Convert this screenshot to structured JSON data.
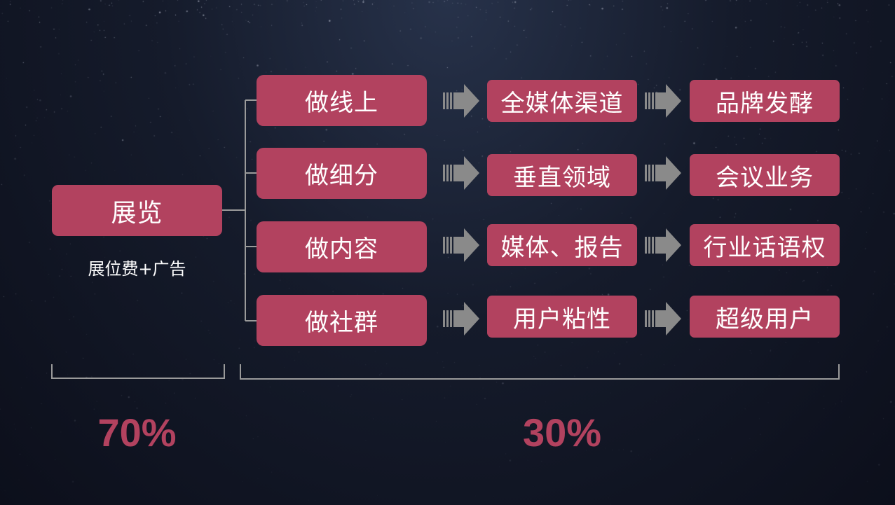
{
  "source": {
    "label": "展览",
    "caption": "展位费+广告",
    "share": "70%"
  },
  "rows": [
    {
      "action": "做线上",
      "channel": "全媒体渠道",
      "result": "品牌发酵"
    },
    {
      "action": "做细分",
      "channel": "垂直领域",
      "result": "会议业务"
    },
    {
      "action": "做内容",
      "channel": "媒体、报告",
      "result": "行业话语权"
    },
    {
      "action": "做社群",
      "channel": "用户粘性",
      "result": "超级用户"
    }
  ],
  "branch_share": "30%",
  "colors": {
    "box": "#b2425f",
    "percent": "#b2425f",
    "arrow": "#8a8a8a",
    "line": "#9a9a9a"
  }
}
